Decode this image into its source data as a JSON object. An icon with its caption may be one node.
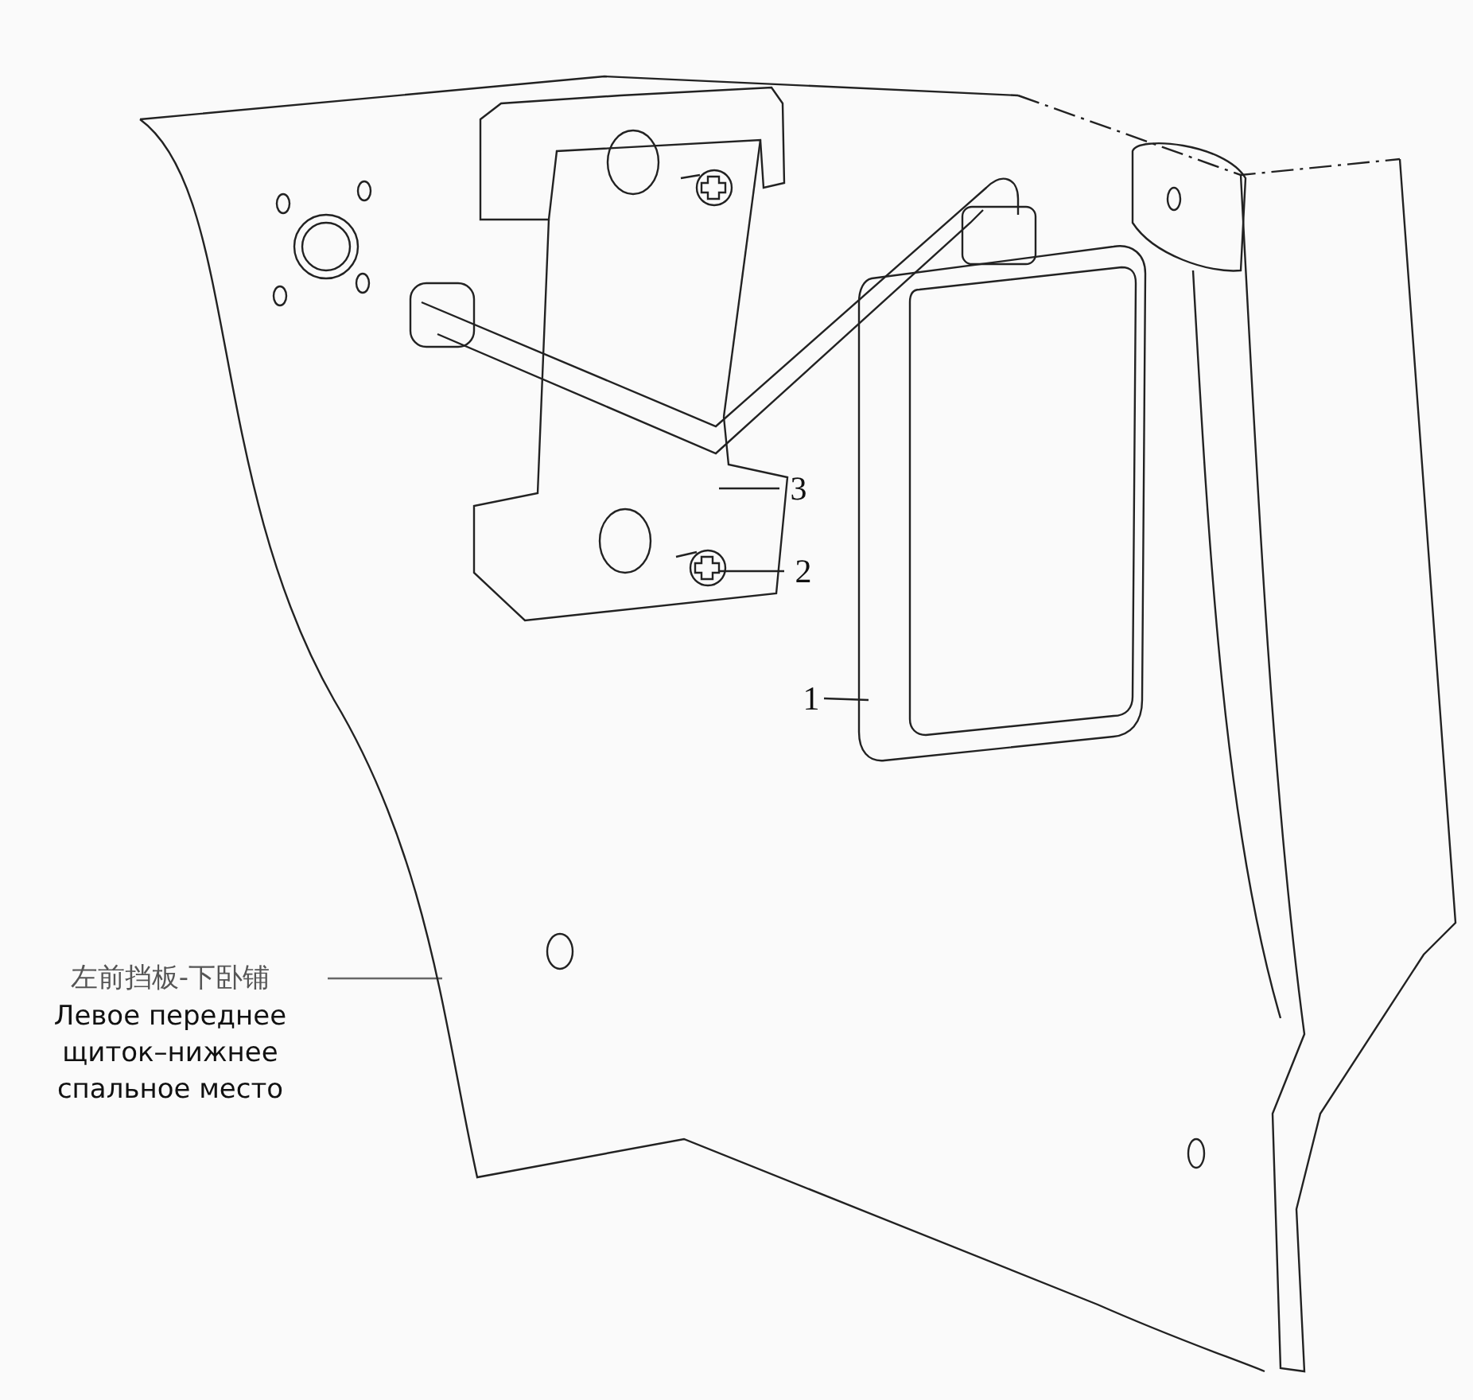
{
  "diagram": {
    "nodes": [
      {
        "text": [
          "3"
        ],
        "in": 7
      },
      {
        "text": [
          "2"
        ],
        "in": 7
      },
      {
        "text": [
          "1"
        ],
        "in": 7
      },
      {
        "text": [],
        "shape": "picture",
        "in": 7
      },
      {
        "text": [],
        "shape": "picture",
        "in": 3
      },
      {
        "text": [],
        "shape": "picture",
        "in": 7
      },
      {
        "text": [
          "左前挡板-下卧铺",
          "Левое переднее щиток–нижнее спальное место"
        ]
      },
      {
        "text": [],
        "shape": "picture"
      }
    ],
    "edges": [
      {
        "from": 0,
        "to": 3,
        "arrow": "none"
      },
      {
        "from": 1,
        "to": 4,
        "arrow": "none"
      },
      {
        "from": 2,
        "to": 5,
        "arrow": "none"
      },
      {
        "from": 6,
        "to": 7,
        "arrow": "none"
      }
    ]
  }
}
